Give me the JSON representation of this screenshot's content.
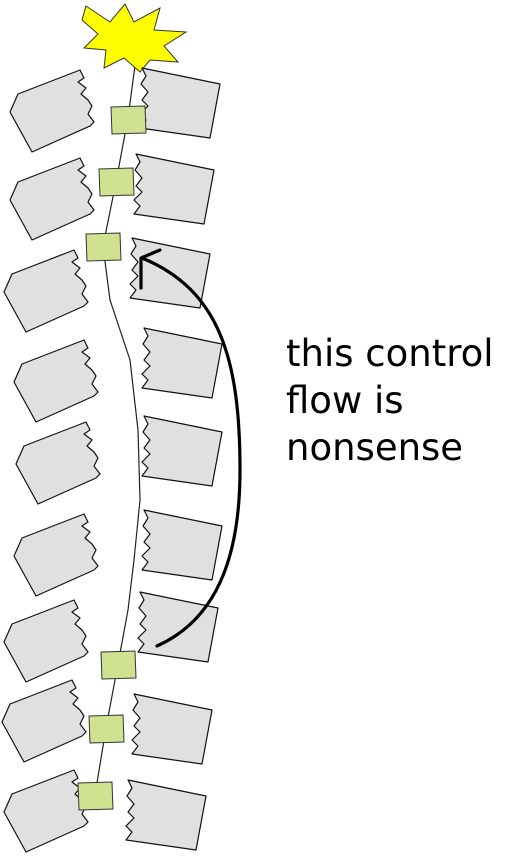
{
  "annotation": {
    "lines": [
      "this control",
      "flow is",
      "nonsense"
    ]
  },
  "icons": {
    "top": "star-burst-icon",
    "node": "block-node-icon",
    "arrow": "curved-arrow-icon"
  },
  "colors": {
    "star_fill": "#ffff00",
    "node_fill": "#d1e192",
    "panel_fill": "#e0e0e0",
    "ink": "#000000"
  }
}
